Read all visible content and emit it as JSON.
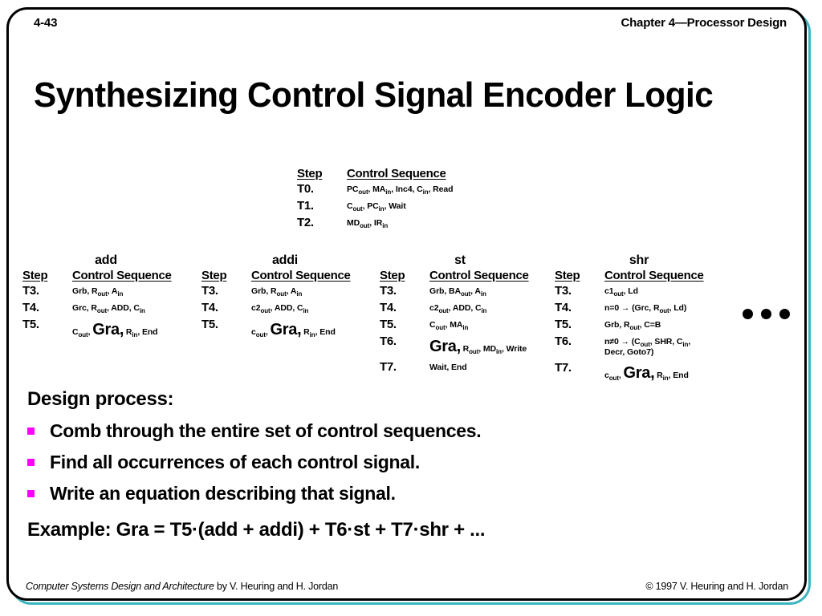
{
  "header": {
    "page_number": "4-43",
    "chapter": "Chapter 4—Processor Design"
  },
  "title": "Synthesizing Control Signal Encoder Logic",
  "colors": {
    "frame_teal": "#3AB5BE",
    "frame_black": "#000000",
    "bullet_magenta": "#FF00FF"
  },
  "table_headers": {
    "step": "Step",
    "control_sequence": "Control Sequence"
  },
  "fetch_table": {
    "caption": "",
    "rows": [
      {
        "step": "T0.",
        "sequence_html": "PC<sub>out</sub>, MA<sub>in</sub>, Inc4, C<sub>in</sub>, Read"
      },
      {
        "step": "T1.",
        "sequence_html": "C<sub>out</sub>, PC<sub>in</sub>, Wait"
      },
      {
        "step": "T2.",
        "sequence_html": "MD<sub>out</sub>, IR<sub>in</sub>"
      }
    ]
  },
  "instruction_tables": [
    {
      "name": "add",
      "rows": [
        {
          "step": "T3.",
          "sequence_html": "Grb, R<sub>out</sub>, A<sub>in</sub>"
        },
        {
          "step": "T4.",
          "sequence_html": "Grc, R<sub>out</sub>, ADD, C<sub>in</sub>"
        },
        {
          "step": "T5.",
          "sequence_html": "C<sub>out</sub>, <span class=\"big-sig\">Gra,</span> R<sub>in</sub>, End"
        }
      ]
    },
    {
      "name": "addi",
      "rows": [
        {
          "step": "T3.",
          "sequence_html": "Grb, R<sub>out</sub>, A<sub>in</sub>"
        },
        {
          "step": "T4.",
          "sequence_html": "c2<sub>out</sub>, ADD, C<sub>in</sub>"
        },
        {
          "step": "T5.",
          "sequence_html": "c<sub>out</sub>, <span class=\"big-sig\">Gra,</span> R<sub>in</sub>, End"
        }
      ]
    },
    {
      "name": "st",
      "rows": [
        {
          "step": "T3.",
          "sequence_html": "Grb, BA<sub>out</sub>, A<sub>in</sub>"
        },
        {
          "step": "T4.",
          "sequence_html": "c2<sub>out</sub>, ADD, C<sub>in</sub>"
        },
        {
          "step": "T5.",
          "sequence_html": "C<sub>out</sub>, MA<sub>in</sub>"
        },
        {
          "step": "T6.",
          "sequence_html": "<span class=\"big-sig\">Gra,</span> R<sub>out</sub>, MD<sub>in</sub>, Write"
        },
        {
          "step": "T7.",
          "sequence_html": "Wait, End"
        }
      ]
    },
    {
      "name": "shr",
      "rows": [
        {
          "step": "T3.",
          "sequence_html": "c1<sub>out</sub>, Ld"
        },
        {
          "step": "T4.",
          "sequence_html": "n=0 &#8594; (Grc, R<sub>out</sub>, Ld)"
        },
        {
          "step": "T5.",
          "sequence_html": "Grb, R<sub>out</sub>, C=B"
        },
        {
          "step": "T6.",
          "sequence_html": "n&#8800;0 &#8594; (C<sub>out</sub>, SHR, C<sub>in</sub>,<br>Decr, Goto7)"
        },
        {
          "step": "T7.",
          "sequence_html": "c<sub>out</sub>, <span class=\"big-sig\">Gra,</span> R<sub>in</sub>, End"
        }
      ]
    }
  ],
  "ellipsis": "• • •",
  "body": {
    "design_heading": "Design process:",
    "bullets": [
      "Comb through the entire set of  control sequences.",
      "Find all occurrences of each control signal.",
      "Write an equation describing that signal."
    ],
    "example": "Example: Gra = T5·(add + addi) + T6·st + T7·shr + ..."
  },
  "footer": {
    "book_title": "Computer Systems Design and Architecture",
    "authors_line": " by V. Heuring and H. Jordan",
    "copyright": "© 1997 V. Heuring and H. Jordan"
  }
}
